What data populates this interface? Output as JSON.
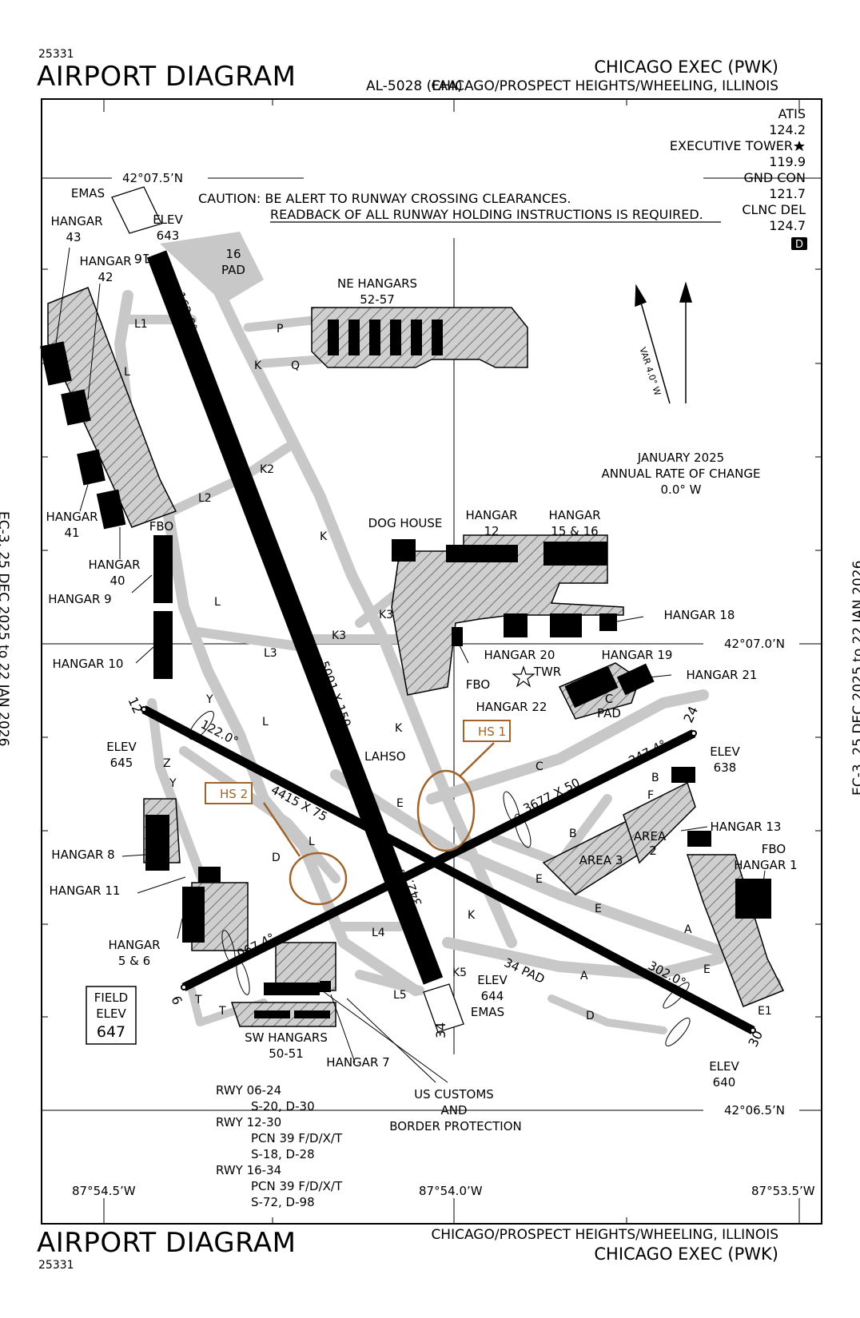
{
  "header": {
    "chart_number": "25331",
    "title": "AIRPORT DIAGRAM",
    "procedure_id": "AL-5028 (FAA)",
    "airport_name": "CHICAGO EXEC (PWK)",
    "location": "CHICAGO/PROSPECT HEIGHTS/WHEELING, ILLINOIS"
  },
  "footer": {
    "chart_number": "25331",
    "title": "AIRPORT DIAGRAM",
    "location": "CHICAGO/PROSPECT HEIGHTS/WHEELING, ILLINOIS",
    "airport_name": "CHICAGO EXEC (PWK)"
  },
  "side_labels": {
    "left": "EC-3,  25 DEC 2025  to  22 JAN 2026",
    "right": "EC-3,  25 DEC 2025  to  22 JAN 2026"
  },
  "frequencies": {
    "atis_label": "ATIS",
    "atis": "124.2",
    "tower_label": "EXECUTIVE TOWER",
    "tower": "119.9",
    "gnd_label": "GND CON",
    "gnd": "121.7",
    "clnc_label": "CLNC DEL",
    "clnc": "124.7",
    "datalink": "D"
  },
  "caution": {
    "line1": "CAUTION: BE ALERT TO RUNWAY CROSSING CLEARANCES.",
    "line2": "READBACK OF ALL RUNWAY HOLDING INSTRUCTIONS IS REQUIRED."
  },
  "coordinates": {
    "lat_top": "42°07.5’N",
    "lat_mid": "42°07.0’N",
    "lat_bottom": "42°06.5’N",
    "lon_left": "87°54.5’W",
    "lon_mid": "87°54.0’W",
    "lon_right": "87°53.5’W"
  },
  "magnetic": {
    "var": "VAR 4.0° W",
    "date": "JANUARY 2025",
    "rate_label": "ANNUAL RATE OF CHANGE",
    "rate": "0.0° W"
  },
  "runways": {
    "rwy16": "16",
    "rwy34": "34",
    "rwy12": "12",
    "rwy30": "30",
    "rwy06": "6",
    "rwy24": "24",
    "dim_16_34": "5001 X 150",
    "dim_12_30": "4415 X 75",
    "dim_06_24": "3677 X 50",
    "hdg_162": "162.6°",
    "hdg_342": "342.6°",
    "hdg_122": "122.0°",
    "hdg_302": "302.0°",
    "hdg_067": "067.4°",
    "hdg_247": "247.4°",
    "lahso": "LAHSO"
  },
  "elevations": {
    "elev_label": "ELEV",
    "rwy16": "643",
    "rwy12": "645",
    "rwy24": "638",
    "rwy34": "644",
    "rwy30": "640",
    "field_label1": "FIELD",
    "field_label2": "ELEV",
    "field": "647"
  },
  "hotspots": {
    "hs1": "HS 1",
    "hs2": "HS 2"
  },
  "taxiways": {
    "L1": "L1",
    "L2": "L2",
    "L3": "L3",
    "L4": "L4",
    "L5": "L5",
    "K": "K",
    "K2": "K2",
    "K3": "K3",
    "K5": "K5",
    "L": "L",
    "P": "P",
    "Q": "Q",
    "Y": "Y",
    "Z": "Z",
    "C": "C",
    "E": "E",
    "D": "D",
    "B": "B",
    "A": "A",
    "E1": "E1",
    "F": "F",
    "T": "T"
  },
  "labels": {
    "emas": "EMAS",
    "pad16_a": "16",
    "pad16_b": "PAD",
    "ne_hangars_a": "NE HANGARS",
    "ne_hangars_b": "52-57",
    "hangar": "HANGAR",
    "h43": "43",
    "h42": "42",
    "h41": "41",
    "h40": "40",
    "h9": "HANGAR 9",
    "h10": "HANGAR 10",
    "h8": "HANGAR 8",
    "h11": "HANGAR 11",
    "h5_6": "5 & 6",
    "h7": "HANGAR 7",
    "fbo": "FBO",
    "dog_house": "DOG HOUSE",
    "h12": "12",
    "h15_16": "15 & 16",
    "h18": "HANGAR 18",
    "h19": "HANGAR 19",
    "h20": "HANGAR 20",
    "h21": "HANGAR 21",
    "h22": "HANGAR 22",
    "h13": "HANGAR 13",
    "twr": "TWR",
    "c_pad_a": "C",
    "c_pad_b": "PAD",
    "area2_a": "AREA",
    "area2_b": "2",
    "area3": "AREA 3",
    "fbo_h1_a": "FBO",
    "fbo_h1_b": "HANGAR 1",
    "pad34": "34 PAD",
    "sw_a": "SW HANGARS",
    "sw_b": "50-51",
    "customs_a": "US CUSTOMS",
    "customs_b": "AND",
    "customs_c": "BORDER PROTECTION"
  },
  "runway_data": {
    "l1": "RWY 06-24",
    "l2": "S-20, D-30",
    "l3": "RWY 12-30",
    "l4": "PCN 39 F/D/X/T",
    "l5": "S-18, D-28",
    "l6": "RWY 16-34",
    "l7": "PCN 39 F/D/X/T",
    "l8": "S-72, D-98"
  },
  "colors": {
    "taxiway": "#c8c8c8",
    "runway": "#000000",
    "hotspot": "#a0642a",
    "hatch": "#5a5a5a"
  }
}
